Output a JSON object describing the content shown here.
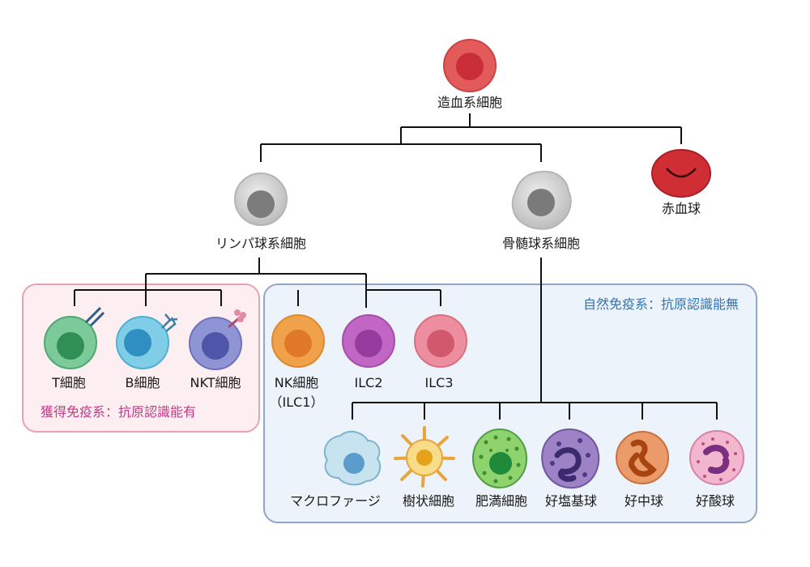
{
  "hsc": {
    "label": "造血系細胞"
  },
  "lymphoid": {
    "label": "リンパ球系細胞"
  },
  "myeloid": {
    "label": "骨髄球系細胞"
  },
  "erythrocyte": {
    "label": "赤血球"
  },
  "acquired": {
    "title": "獲得免疫系：抗原認識能有",
    "cells": [
      {
        "label": "T細胞"
      },
      {
        "label": "B細胞"
      },
      {
        "label": "NKT細胞"
      }
    ]
  },
  "innate": {
    "title": "自然免疫系：抗原認識能無",
    "lymphoid_cells": [
      {
        "label": "NK細胞",
        "label2": "（ILC1）"
      },
      {
        "label": "ILC2"
      },
      {
        "label": "ILC3"
      }
    ],
    "myeloid_cells": [
      {
        "label": "マクロファージ"
      },
      {
        "label": "樹状細胞"
      },
      {
        "label": "肥満細胞"
      },
      {
        "label": "好塩基球"
      },
      {
        "label": "好中球"
      },
      {
        "label": "好酸球"
      }
    ]
  }
}
